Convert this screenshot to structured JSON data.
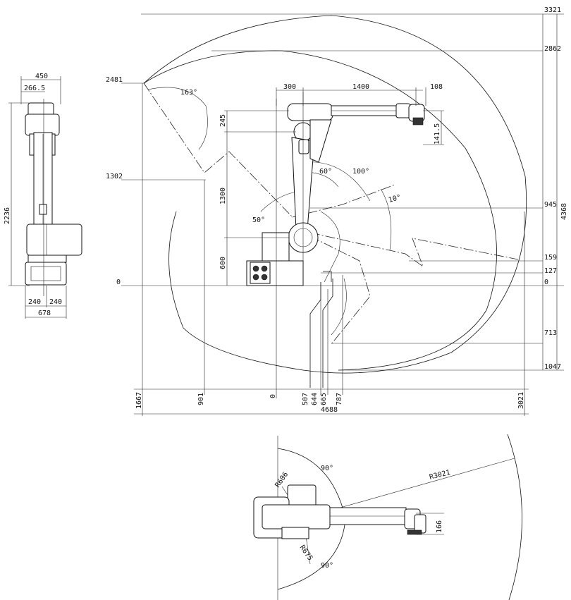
{
  "side_view": {
    "width_top": "450",
    "offset_top": "266.5",
    "height": "2236",
    "base_left": "240",
    "base_right": "240",
    "base_width": "678"
  },
  "front_view": {
    "heights": {
      "top_reach": "3321",
      "upper_reach": "2862",
      "left_top": "2481",
      "left_mid": "1302",
      "left_zero": "0",
      "r945": "945",
      "r159": "159",
      "r127": "127",
      "r0": "0",
      "r713": "713",
      "r1047": "1047",
      "total_vertical": "4368"
    },
    "arm": {
      "shoulder": "300",
      "arm_length": "1400",
      "wrist": "108",
      "wrist_drop": "141.5",
      "offset_245": "245",
      "lower_arm": "1300",
      "base_height": "600"
    },
    "angles": {
      "a163": "163°",
      "a60": "60°",
      "a100": "100°",
      "a10": "10°",
      "a50": "50°"
    },
    "bottom_scale": {
      "l1667": "1667",
      "l901": "901",
      "l0": "0",
      "l507": "507",
      "l644": "644",
      "l665": "665",
      "l787": "787",
      "l3021": "3021",
      "total": "4688"
    }
  },
  "top_view": {
    "angle_top": "90°",
    "angle_bottom": "90°",
    "r606": "R606",
    "r675": "R675",
    "r3021": "R3021",
    "w166": "166"
  }
}
